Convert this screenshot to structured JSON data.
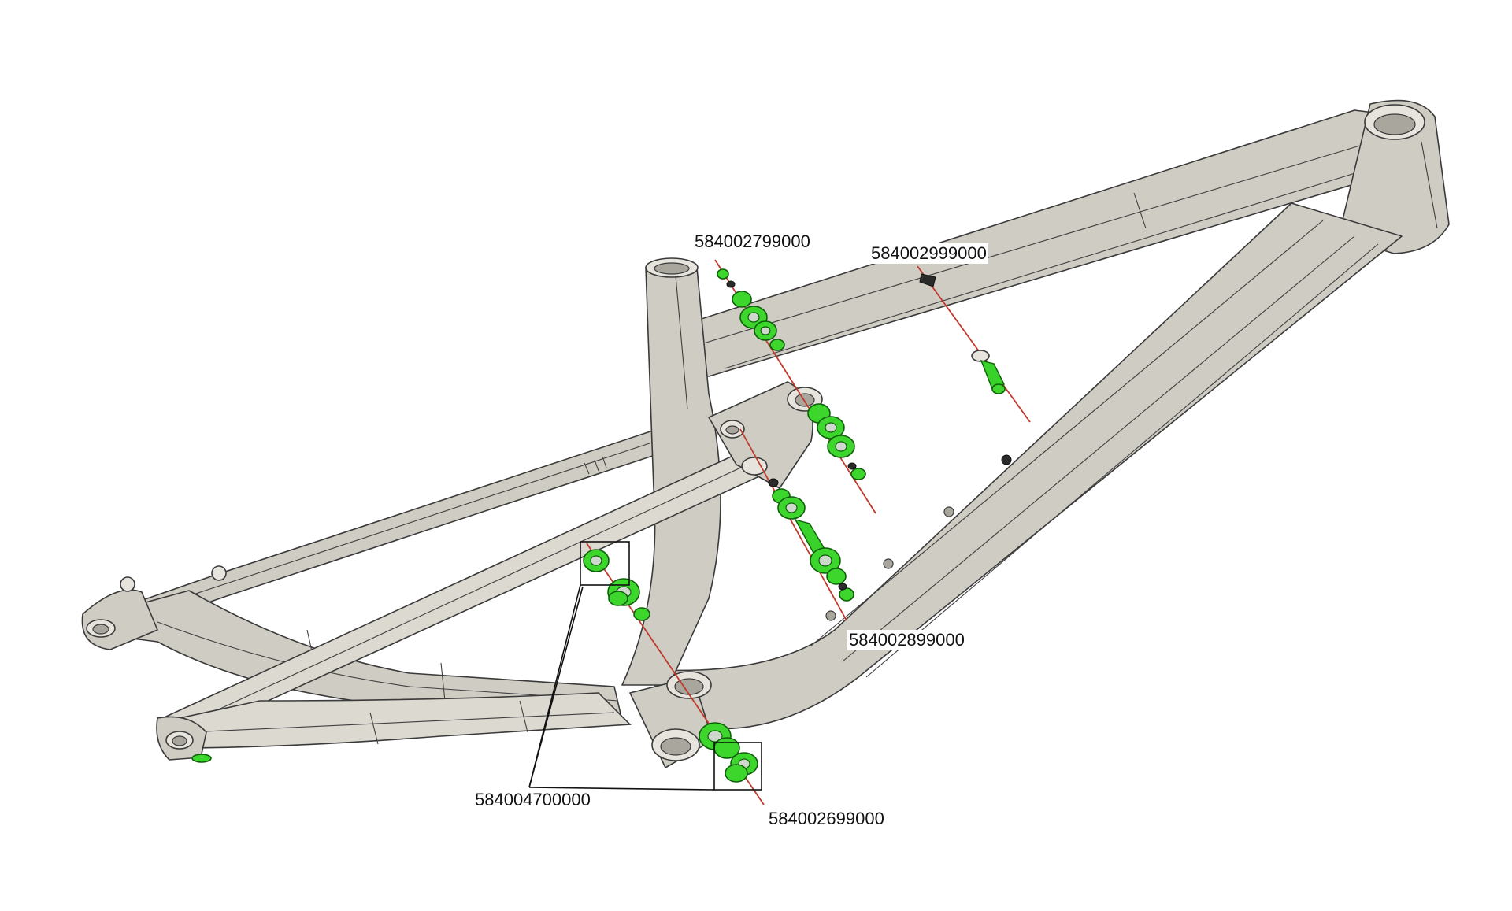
{
  "diagram": {
    "part_labels": [
      {
        "id": "p1",
        "text": "584002799000"
      },
      {
        "id": "p2",
        "text": "584002999000"
      },
      {
        "id": "p3",
        "text": "584002899000"
      },
      {
        "id": "p4",
        "text": "584004700000"
      },
      {
        "id": "p5",
        "text": "584002699000"
      }
    ]
  }
}
